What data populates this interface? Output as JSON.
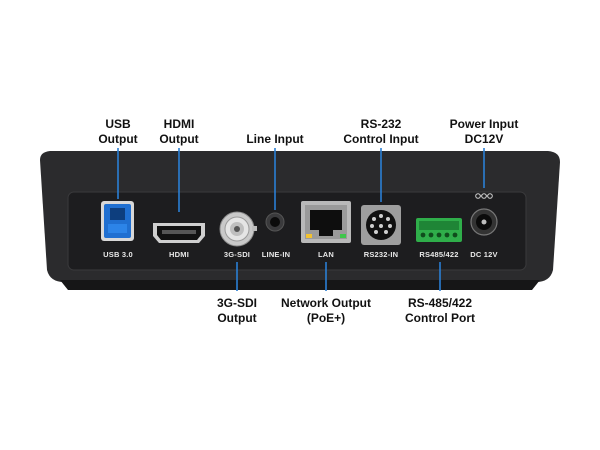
{
  "callouts": {
    "usb": {
      "line1": "USB",
      "line2": "Output"
    },
    "hdmi": {
      "line1": "HDMI",
      "line2": "Output"
    },
    "line_input": {
      "line1": "Line Input"
    },
    "rs232": {
      "line1": "RS-232",
      "line2": "Control Input"
    },
    "power": {
      "line1": "Power Input",
      "line2": "DC12V"
    },
    "sdi": {
      "line1": "3G-SDI",
      "line2": "Output"
    },
    "network": {
      "line1": "Network Output",
      "line2": "(PoE+)"
    },
    "rs485": {
      "line1": "RS-485/422",
      "line2": "Control Port"
    }
  },
  "port_labels": {
    "usb": "USB 3.0",
    "hdmi": "HDMI",
    "sdi": "3G-SDI",
    "line_in": "LINE-IN",
    "lan": "LAN",
    "rs232": "RS232-IN",
    "rs485": "RS485/422",
    "dc": "DC 12V"
  },
  "colors": {
    "housing": "#2b2b2d",
    "panel": "#1d1d1f",
    "usb_blue": "#1f6fd1",
    "terminal_green": "#2fae4a",
    "callout_line": "#2a7fd4"
  }
}
